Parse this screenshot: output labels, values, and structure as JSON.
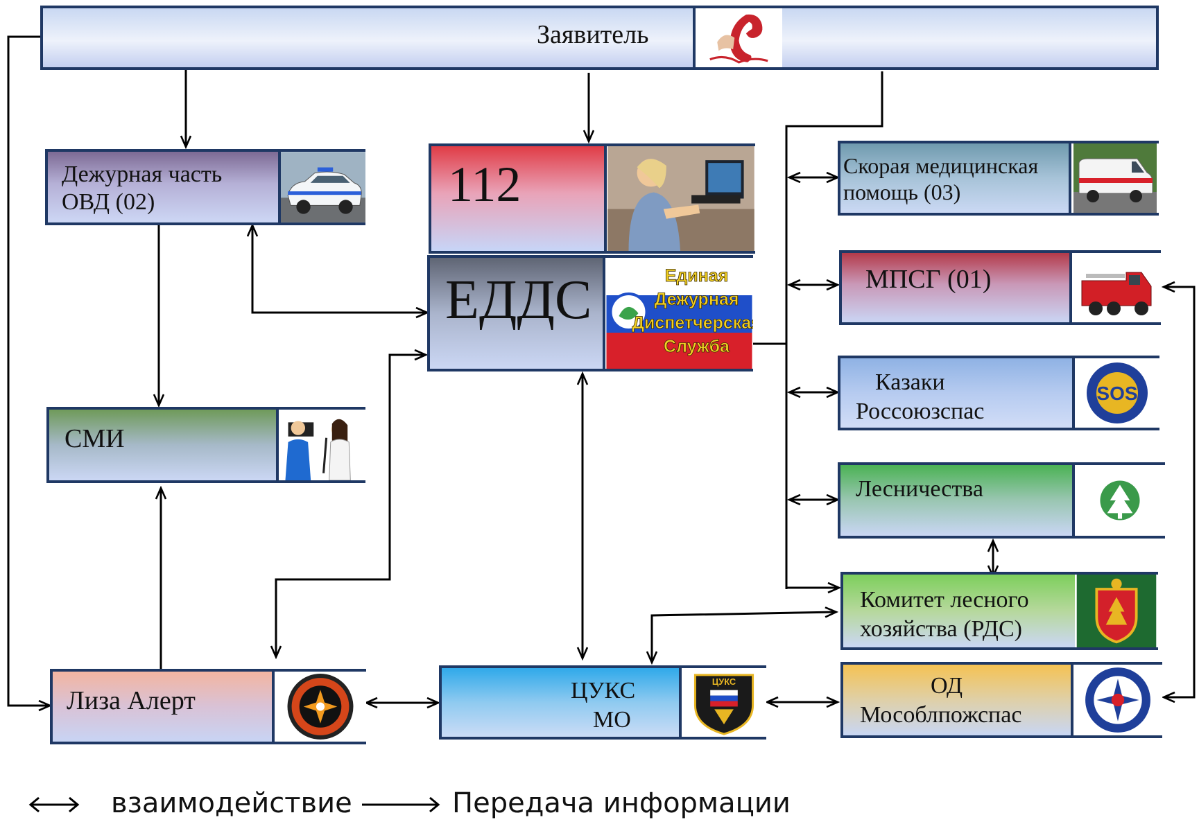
{
  "nodes": {
    "applicant": "Заявитель",
    "police_line1": "Дежурная часть",
    "police_line2": "ОВД (02)",
    "n112": "112",
    "edds": "ЕДДС",
    "edds_logo_line1": "Единая",
    "edds_logo_line2": "Дежурная",
    "edds_logo_line3": "Диспетчерская",
    "edds_logo_line4": "Служба",
    "ambulance_line1": "Скорая медицинская",
    "ambulance_line2": "помощь (03)",
    "mpsg": "МПСГ (01)",
    "cossacks_line1": "Казаки",
    "cossacks_line2": "Россоюзспас",
    "forestry": "Лесничества",
    "forest_committee_line1": "Комитет лесного",
    "forest_committee_line2": "хозяйства (РДС)",
    "media": "СМИ",
    "liza": "Лиза Алерт",
    "tsuks_line1": "ЦУКС",
    "tsuks_line2": "МО",
    "tsuks_badge": "ЦУКС",
    "od_line1": "ОД",
    "od_line2": "Мособлпожспас"
  },
  "legend": {
    "interaction": "взаимодействие",
    "transfer": "Передача информации"
  },
  "icons": [
    "telephone-receiver-icon",
    "police-car-icon",
    "operator-icon",
    "edds-flag-logo-icon",
    "ambulance-icon",
    "fire-truck-icon",
    "sos-emblem-icon",
    "forest-tree-icon",
    "moscow-region-emblem-icon",
    "camera-reporter-icon",
    "liza-alert-emblem-icon",
    "tsuks-shield-icon",
    "mosoblpozhspas-emblem-icon"
  ],
  "colors": {
    "border": "#1f3864",
    "arrow": "#000000"
  }
}
